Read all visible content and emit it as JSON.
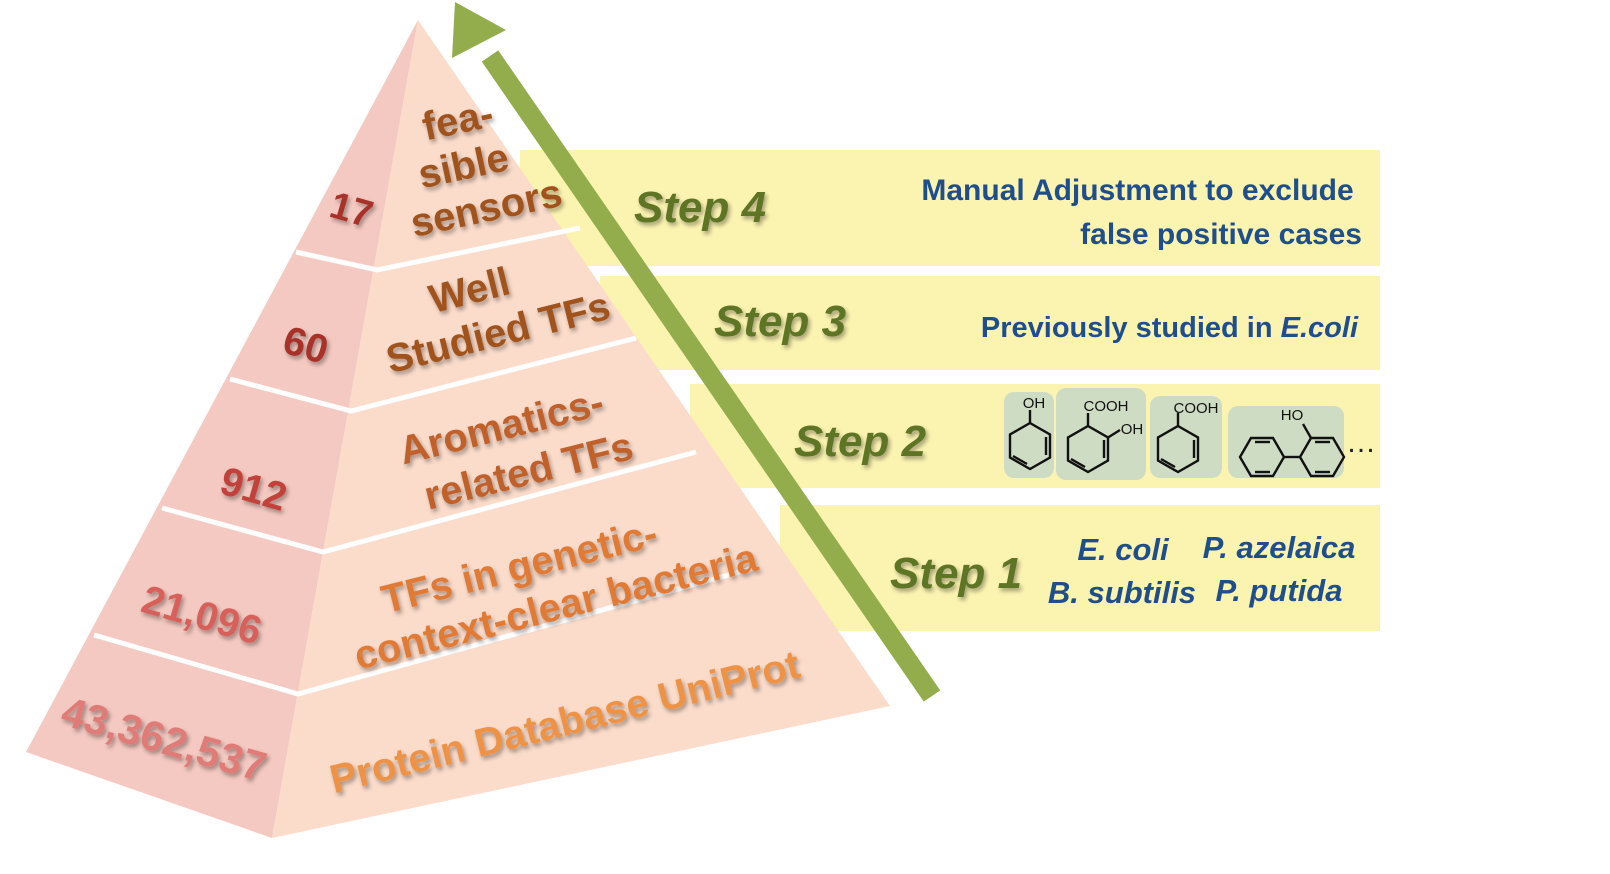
{
  "pyramid": {
    "left_face_color": "#f4c9c1",
    "right_face_color": "#fbdccb",
    "tiers": [
      {
        "count": "17",
        "label_lines": [
          "fea-",
          "sible",
          "sensors"
        ],
        "count_color": "#a8322a",
        "label_color": "#a0521b"
      },
      {
        "count": "60",
        "label_lines": [
          "Well",
          "Studied TFs"
        ],
        "count_color": "#a8322a",
        "label_color": "#a0521b"
      },
      {
        "count": "912",
        "label_lines": [
          "Aromatics-",
          "related TFs"
        ],
        "count_color": "#c0433a",
        "label_color": "#c0602a"
      },
      {
        "count": "21,096",
        "label_lines": [
          "TFs in genetic-",
          "context-clear bacteria"
        ],
        "count_color": "#d8605a",
        "label_color": "#e07a35"
      },
      {
        "count": "43,362,537",
        "label_lines": [
          "Protein Database UniProt"
        ],
        "count_color": "#e07c78",
        "label_color": "#ee9245"
      }
    ]
  },
  "arrow": {
    "color": "#93ad4c"
  },
  "steps": [
    {
      "label": "Step 4",
      "desc_lines": [
        "Manual Adjustment to exclude",
        "false positive cases"
      ]
    },
    {
      "label": "Step 3",
      "desc_prefix": "Previously studied in ",
      "desc_italic": "E.coli"
    },
    {
      "label": "Step 2",
      "molecules": [
        "OH",
        "COOH",
        "OH",
        "COOH",
        "HO"
      ],
      "ellipsis": "…"
    },
    {
      "label": "Step 1",
      "organisms": [
        "E. coli",
        "P. azelaica",
        "B. subtilis",
        "P. putida"
      ]
    }
  ],
  "colors": {
    "band": "#fbf3b0",
    "step_label": "#5f7428",
    "desc_text": "#1f4e8c"
  }
}
